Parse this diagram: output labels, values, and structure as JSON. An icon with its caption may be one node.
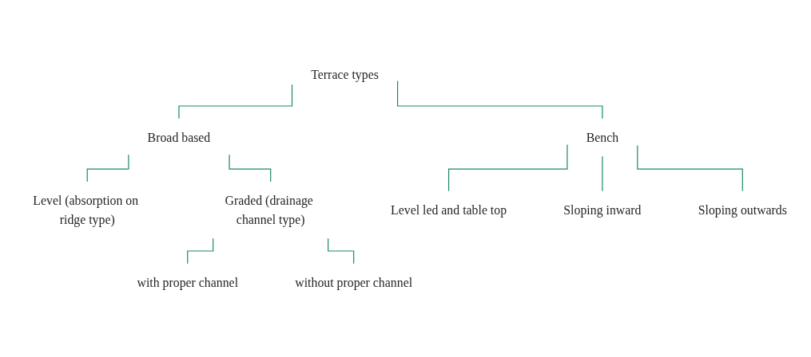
{
  "diagram": {
    "nodes": [
      {
        "text": [
          "Terrace types"
        ]
      },
      {
        "text": [
          "Broad based"
        ]
      },
      {
        "text": [
          "Bench"
        ]
      },
      {
        "text": [
          "Level (absorption on ridge type)"
        ]
      },
      {
        "text": [
          "Graded (drainage channel type)"
        ]
      },
      {
        "text": [
          "Level led and table top"
        ]
      },
      {
        "text": [
          "Sloping inward"
        ]
      },
      {
        "text": [
          "Sloping outwards"
        ]
      },
      {
        "text": [
          "with proper channel"
        ]
      },
      {
        "text": [
          "without proper channel"
        ]
      }
    ],
    "edges": [
      {
        "from": 0,
        "to": 1,
        "arrow": "none"
      },
      {
        "from": 0,
        "to": 2,
        "arrow": "none"
      },
      {
        "from": 1,
        "to": 3,
        "arrow": "none"
      },
      {
        "from": 1,
        "to": 4,
        "arrow": "none"
      },
      {
        "from": 2,
        "to": 5,
        "arrow": "none"
      },
      {
        "from": 2,
        "to": 6,
        "arrow": "none"
      },
      {
        "from": 2,
        "to": 7,
        "arrow": "none"
      },
      {
        "from": 4,
        "to": 8,
        "arrow": "none"
      },
      {
        "from": 4,
        "to": 9,
        "arrow": "none"
      }
    ]
  }
}
